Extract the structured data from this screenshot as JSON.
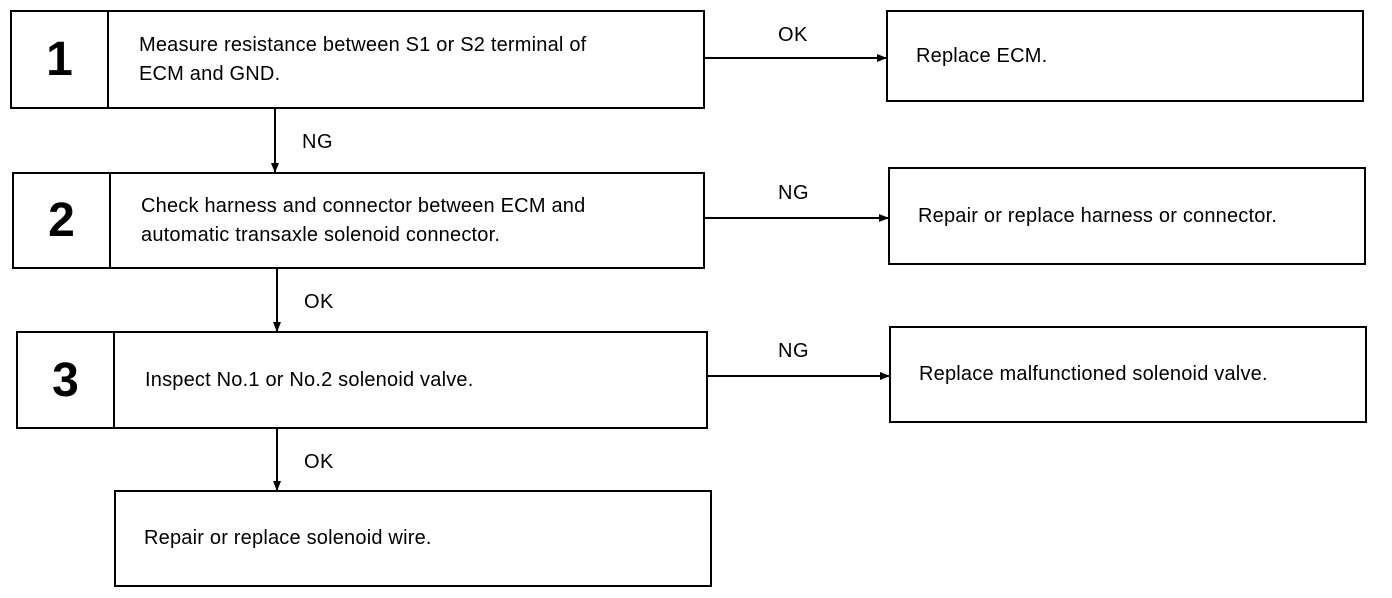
{
  "steps": [
    {
      "number": "1",
      "line1": "Measure resistance between S1 or S2 terminal of",
      "line2": "ECM and GND.",
      "branch_label": "OK",
      "result": "Replace ECM.",
      "down_label": "NG"
    },
    {
      "number": "2",
      "line1": "Check harness and connector between ECM and",
      "line2": "automatic transaxle solenoid connector.",
      "branch_label": "NG",
      "result": "Repair or replace harness or connector.",
      "down_label": "OK"
    },
    {
      "number": "3",
      "line1": "Inspect No.1 or No.2 solenoid valve.",
      "branch_label": "NG",
      "result": "Replace malfunctioned solenoid valve.",
      "down_label": "OK"
    }
  ],
  "final": {
    "text": "Repair or replace solenoid wire."
  }
}
